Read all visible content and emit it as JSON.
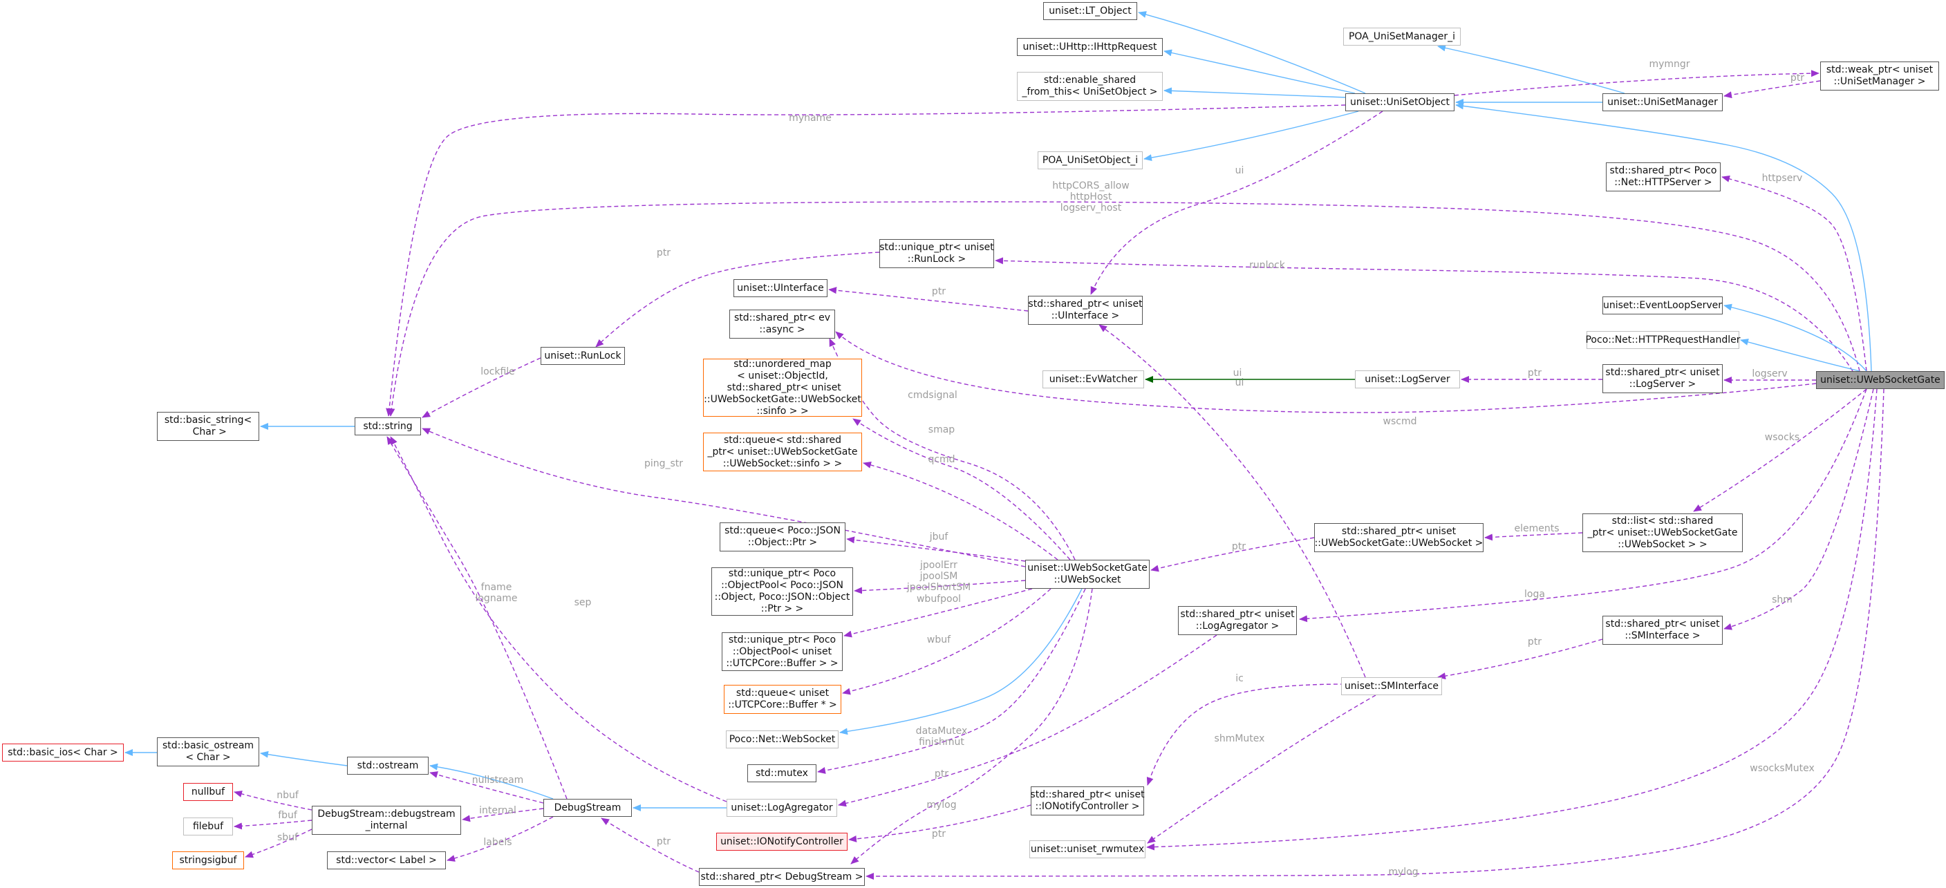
{
  "colors": {
    "inheritance": "#63b8ff",
    "usage": "#9a32cd",
    "template": "#006400",
    "label": "#9c9c9c"
  },
  "nodes": [
    {
      "id": "lt_object",
      "label": "uniset::LT_Object",
      "style": "normal"
    },
    {
      "id": "uhttp",
      "label": "uniset::UHttp::IHttpRequest",
      "style": "normal"
    },
    {
      "id": "enable_shared",
      "label": "std::enable_shared\n_from_this< UniSetObject >",
      "style": "grey"
    },
    {
      "id": "poa_obj",
      "label": "POA_UniSetObject_i",
      "style": "grey"
    },
    {
      "id": "unisetobject",
      "label": "uniset::UniSetObject",
      "style": "normal"
    },
    {
      "id": "poa_mgr",
      "label": "POA_UniSetManager_i",
      "style": "grey"
    },
    {
      "id": "unisetmanager",
      "label": "uniset::UniSetManager",
      "style": "normal"
    },
    {
      "id": "weak_ptr",
      "label": "std::weak_ptr< uniset\n::UniSetManager >",
      "style": "normal"
    },
    {
      "id": "sp_httpserver",
      "label": "std::shared_ptr< Poco\n::Net::HTTPServer >",
      "style": "normal"
    },
    {
      "id": "up_runlock",
      "label": "std::unique_ptr< uniset\n::RunLock >",
      "style": "normal"
    },
    {
      "id": "uinterface",
      "label": "uniset::UInterface",
      "style": "normal"
    },
    {
      "id": "sp_uinterface",
      "label": "std::shared_ptr< uniset\n::UInterface >",
      "style": "normal"
    },
    {
      "id": "sp_async",
      "label": "std::shared_ptr< ev\n::async >",
      "style": "normal"
    },
    {
      "id": "runlock",
      "label": "uniset::RunLock",
      "style": "normal"
    },
    {
      "id": "umap",
      "label": "std::unordered_map\n< uniset::ObjectId,\n std::shared_ptr< uniset\n::UWebSocketGate::UWebSocket\n::sinfo > >",
      "style": "orange"
    },
    {
      "id": "basic_string",
      "label": "std::basic_string<\n Char >",
      "style": "normal"
    },
    {
      "id": "stdstring",
      "label": "std::string",
      "style": "normal"
    },
    {
      "id": "eventloop",
      "label": "uniset::EventLoopServer",
      "style": "normal"
    },
    {
      "id": "httpreqh",
      "label": "Poco::Net::HTTPRequestHandler",
      "style": "grey"
    },
    {
      "id": "evwatcher",
      "label": "uniset::EvWatcher",
      "style": "grey"
    },
    {
      "id": "logserver",
      "label": "uniset::LogServer",
      "style": "grey"
    },
    {
      "id": "sp_logserver",
      "label": "std::shared_ptr< uniset\n::LogServer >",
      "style": "normal"
    },
    {
      "id": "uwsg",
      "label": "uniset::UWebSocketGate",
      "style": "focus"
    },
    {
      "id": "queue_sinfo",
      "label": "std::queue< std::shared\n_ptr< uniset::UWebSocketGate\n::UWebSocket::sinfo > >",
      "style": "orange"
    },
    {
      "id": "queue_json",
      "label": "std::queue< Poco::JSON\n::Object::Ptr >",
      "style": "normal"
    },
    {
      "id": "sp_uws",
      "label": "std::shared_ptr< uniset\n::UWebSocketGate::UWebSocket >",
      "style": "normal"
    },
    {
      "id": "list_uws",
      "label": "std::list< std::shared\n_ptr< uniset::UWebSocketGate\n::UWebSocket > >",
      "style": "normal"
    },
    {
      "id": "up_objpool",
      "label": "std::unique_ptr< Poco\n::ObjectPool< Poco::JSON\n::Object, Poco::JSON::Object\n::Ptr > >",
      "style": "normal"
    },
    {
      "id": "uws",
      "label": "uniset::UWebSocketGate\n::UWebSocket",
      "style": "normal"
    },
    {
      "id": "sp_logagr",
      "label": "std::shared_ptr< uniset\n::LogAgregator >",
      "style": "normal"
    },
    {
      "id": "up_buffer",
      "label": "std::unique_ptr< Poco\n::ObjectPool< uniset\n::UTCPCore::Buffer > >",
      "style": "normal"
    },
    {
      "id": "sp_sminterface",
      "label": "std::shared_ptr< uniset\n::SMInterface >",
      "style": "normal"
    },
    {
      "id": "sminterface",
      "label": "uniset::SMInterface",
      "style": "grey"
    },
    {
      "id": "queue_buffer",
      "label": "std::queue< uniset\n::UTCPCore::Buffer * >",
      "style": "orange"
    },
    {
      "id": "basic_ios",
      "label": "std::basic_ios< Char >",
      "style": "red"
    },
    {
      "id": "basic_ostream",
      "label": "std::basic_ostream\n< Char >",
      "style": "normal"
    },
    {
      "id": "pocows",
      "label": "Poco::Net::WebSocket",
      "style": "grey"
    },
    {
      "id": "ostream",
      "label": "std::ostream",
      "style": "normal"
    },
    {
      "id": "stdmutex",
      "label": "std::mutex",
      "style": "normal"
    },
    {
      "id": "nullbuf",
      "label": "nullbuf",
      "style": "red"
    },
    {
      "id": "logagr",
      "label": "uniset::LogAgregator",
      "style": "grey"
    },
    {
      "id": "dsinternal",
      "label": "DebugStream::debugstream\n_internal",
      "style": "normal"
    },
    {
      "id": "debugstream",
      "label": "DebugStream",
      "style": "normal"
    },
    {
      "id": "sp_ionotify",
      "label": "std::shared_ptr< uniset\n::IONotifyController >",
      "style": "normal"
    },
    {
      "id": "filebuf",
      "label": "filebuf",
      "style": "grey"
    },
    {
      "id": "ionotify",
      "label": "uniset::IONotifyController",
      "style": "redfill"
    },
    {
      "id": "rwmutex",
      "label": "uniset::uniset_rwmutex",
      "style": "grey"
    },
    {
      "id": "stringsigbuf",
      "label": "stringsigbuf",
      "style": "orange"
    },
    {
      "id": "vector_label",
      "label": "std::vector< Label >",
      "style": "normal"
    },
    {
      "id": "sp_debugstream",
      "label": "std::shared_ptr< DebugStream >",
      "style": "normal"
    }
  ],
  "edges": [
    {
      "from": "unisetobject",
      "to": "lt_object",
      "kind": "inherit"
    },
    {
      "from": "unisetobject",
      "to": "uhttp",
      "kind": "inherit"
    },
    {
      "from": "unisetobject",
      "to": "enable_shared",
      "kind": "inherit"
    },
    {
      "from": "unisetobject",
      "to": "poa_obj",
      "kind": "inherit"
    },
    {
      "from": "unisetmanager",
      "to": "unisetobject",
      "kind": "inherit"
    },
    {
      "from": "unisetmanager",
      "to": "poa_mgr",
      "kind": "inherit"
    },
    {
      "from": "unisetobject",
      "to": "weak_ptr",
      "kind": "use",
      "label": "mymngr"
    },
    {
      "from": "weak_ptr",
      "to": "unisetmanager",
      "kind": "use",
      "label": "ptr"
    },
    {
      "from": "unisetobject",
      "to": "stdstring",
      "kind": "use",
      "label": "myname"
    },
    {
      "from": "unisetobject",
      "to": "sp_uinterface",
      "kind": "use",
      "label": "ui"
    },
    {
      "from": "uwsg",
      "to": "unisetobject",
      "kind": "inherit"
    },
    {
      "from": "uwsg",
      "to": "sp_httpserver",
      "kind": "use",
      "label": "httpserv"
    },
    {
      "from": "uwsg",
      "to": "stdstring",
      "kind": "use",
      "label": "httpCORS_allow\nhttpHost\nlogserv_host"
    },
    {
      "from": "uwsg",
      "to": "up_runlock",
      "kind": "use",
      "label": "runlock"
    },
    {
      "from": "up_runlock",
      "to": "runlock",
      "kind": "use",
      "label": "ptr"
    },
    {
      "from": "sp_uinterface",
      "to": "uinterface",
      "kind": "use",
      "label": "ptr"
    },
    {
      "from": "runlock",
      "to": "stdstring",
      "kind": "use",
      "label": "lockfile"
    },
    {
      "from": "stdstring",
      "to": "basic_string",
      "kind": "inherit"
    },
    {
      "from": "uwsg",
      "to": "eventloop",
      "kind": "inherit"
    },
    {
      "from": "uwsg",
      "to": "httpreqh",
      "kind": "inherit"
    },
    {
      "from": "logserver",
      "to": "evwatcher",
      "kind": "template",
      "label": "ui"
    },
    {
      "from": "sp_logserver",
      "to": "logserver",
      "kind": "use",
      "label": "ptr"
    },
    {
      "from": "uwsg",
      "to": "sp_logserver",
      "kind": "use",
      "label": "logserv"
    },
    {
      "from": "uwsg",
      "to": "sp_async",
      "kind": "use",
      "label": "wscmd"
    },
    {
      "from": "uws",
      "to": "sp_async",
      "kind": "use",
      "label": "cmdsignal"
    },
    {
      "from": "uws",
      "to": "umap",
      "kind": "use",
      "label": "smap"
    },
    {
      "from": "uws",
      "to": "stdstring",
      "kind": "use",
      "label": "ping_str"
    },
    {
      "from": "uws",
      "to": "queue_sinfo",
      "kind": "use",
      "label": "qcmd"
    },
    {
      "from": "uwsg",
      "to": "list_uws",
      "kind": "use",
      "label": "wsocks"
    },
    {
      "from": "list_uws",
      "to": "sp_uws",
      "kind": "use",
      "label": "elements"
    },
    {
      "from": "sp_uws",
      "to": "uws",
      "kind": "use",
      "label": "ptr"
    },
    {
      "from": "uws",
      "to": "queue_json",
      "kind": "use",
      "label": "jbuf"
    },
    {
      "from": "uws",
      "to": "up_objpool",
      "kind": "use",
      "label": "jpoolErr\njpoolSM\njpoolShortSM"
    },
    {
      "from": "uws",
      "to": "up_buffer",
      "kind": "use",
      "label": "wbufpool"
    },
    {
      "from": "uws",
      "to": "queue_buffer",
      "kind": "use",
      "label": "wbuf"
    },
    {
      "from": "uws",
      "to": "pocows",
      "kind": "inherit"
    },
    {
      "from": "uws",
      "to": "stdmutex",
      "kind": "use",
      "label": "dataMutex\nfinishmut"
    },
    {
      "from": "uwsg",
      "to": "sp_logagr",
      "kind": "use",
      "label": "loga"
    },
    {
      "from": "sp_logagr",
      "to": "logagr",
      "kind": "use",
      "label": "ptr"
    },
    {
      "from": "uwsg",
      "to": "sp_sminterface",
      "kind": "use",
      "label": "shm"
    },
    {
      "from": "sp_sminterface",
      "to": "sminterface",
      "kind": "use",
      "label": "ptr"
    },
    {
      "from": "sminterface",
      "to": "sp_uinterface",
      "kind": "use",
      "label": "ui"
    },
    {
      "from": "sminterface",
      "to": "sp_ionotify",
      "kind": "use",
      "label": "ic"
    },
    {
      "from": "sminterface",
      "to": "rwmutex",
      "kind": "use",
      "label": "shmMutex"
    },
    {
      "from": "uwsg",
      "to": "rwmutex",
      "kind": "use",
      "label": "wsocksMutex"
    },
    {
      "from": "uwsg",
      "to": "sp_debugstream",
      "kind": "use",
      "label": "mylog"
    },
    {
      "from": "uws",
      "to": "sp_debugstream",
      "kind": "use",
      "label": "mylog"
    },
    {
      "from": "sp_ionotify",
      "to": "ionotify",
      "kind": "use",
      "label": "ptr"
    },
    {
      "from": "sp_debugstream",
      "to": "debugstream",
      "kind": "use",
      "label": "ptr"
    },
    {
      "from": "logagr",
      "to": "debugstream",
      "kind": "inherit"
    },
    {
      "from": "logagr",
      "to": "stdstring",
      "kind": "use",
      "label": "sep"
    },
    {
      "from": "debugstream",
      "to": "ostream",
      "kind": "inherit"
    },
    {
      "from": "ostream",
      "to": "basic_ostream",
      "kind": "inherit"
    },
    {
      "from": "basic_ostream",
      "to": "basic_ios",
      "kind": "inherit"
    },
    {
      "from": "debugstream",
      "to": "stdstring",
      "kind": "use",
      "label": "fname\nlogname"
    },
    {
      "from": "debugstream",
      "to": "ostream",
      "kind": "use",
      "label": "nullstream"
    },
    {
      "from": "debugstream",
      "to": "dsinternal",
      "kind": "use",
      "label": "internal"
    },
    {
      "from": "debugstream",
      "to": "vector_label",
      "kind": "use",
      "label": "labels"
    },
    {
      "from": "dsinternal",
      "to": "nullbuf",
      "kind": "use",
      "label": "nbuf"
    },
    {
      "from": "dsinternal",
      "to": "filebuf",
      "kind": "use",
      "label": "fbuf"
    },
    {
      "from": "dsinternal",
      "to": "stringsigbuf",
      "kind": "use",
      "label": "sbuf"
    }
  ]
}
